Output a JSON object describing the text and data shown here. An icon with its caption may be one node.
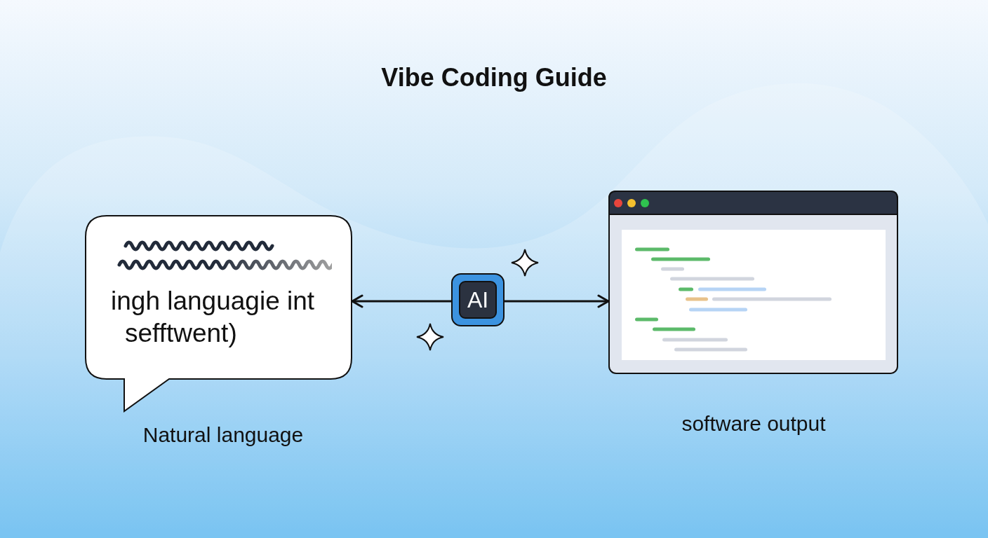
{
  "diagram": {
    "title": "Vibe Coding Guide",
    "nodes": [
      {
        "text": [
          "ingh languagie int sefftwent)"
        ],
        "beside": [
          "Natural language"
        ]
      },
      {
        "text": [
          "AI"
        ]
      },
      {
        "text": [],
        "shape": "window",
        "beside": [
          "software output"
        ]
      }
    ],
    "edges": [
      {
        "from": 1,
        "to": 0,
        "arrow": "to"
      },
      {
        "from": 1,
        "to": 2,
        "arrow": "to"
      }
    ]
  }
}
